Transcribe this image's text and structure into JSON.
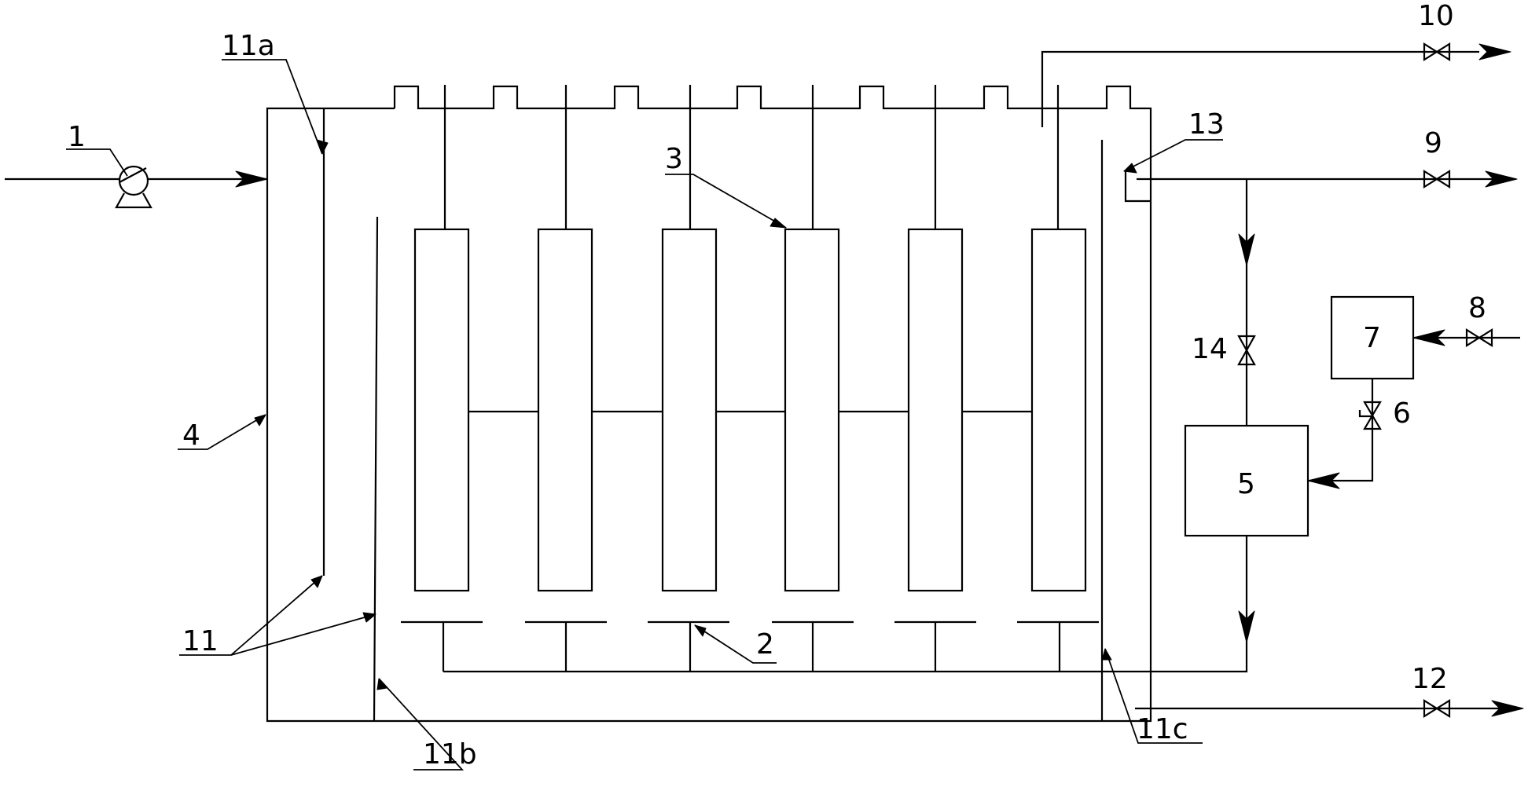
{
  "labels": {
    "pump": "1",
    "aerator": "2",
    "module": "3",
    "tank": "4",
    "unit5": "5",
    "valve6": "6",
    "unit7": "7",
    "valve8": "8",
    "valve9": "9",
    "valve10": "10",
    "baffle": "11",
    "baffle_a": "11a",
    "baffle_b": "11b",
    "baffle_c": "11c",
    "valve12": "12",
    "weir": "13",
    "valve14": "14"
  }
}
